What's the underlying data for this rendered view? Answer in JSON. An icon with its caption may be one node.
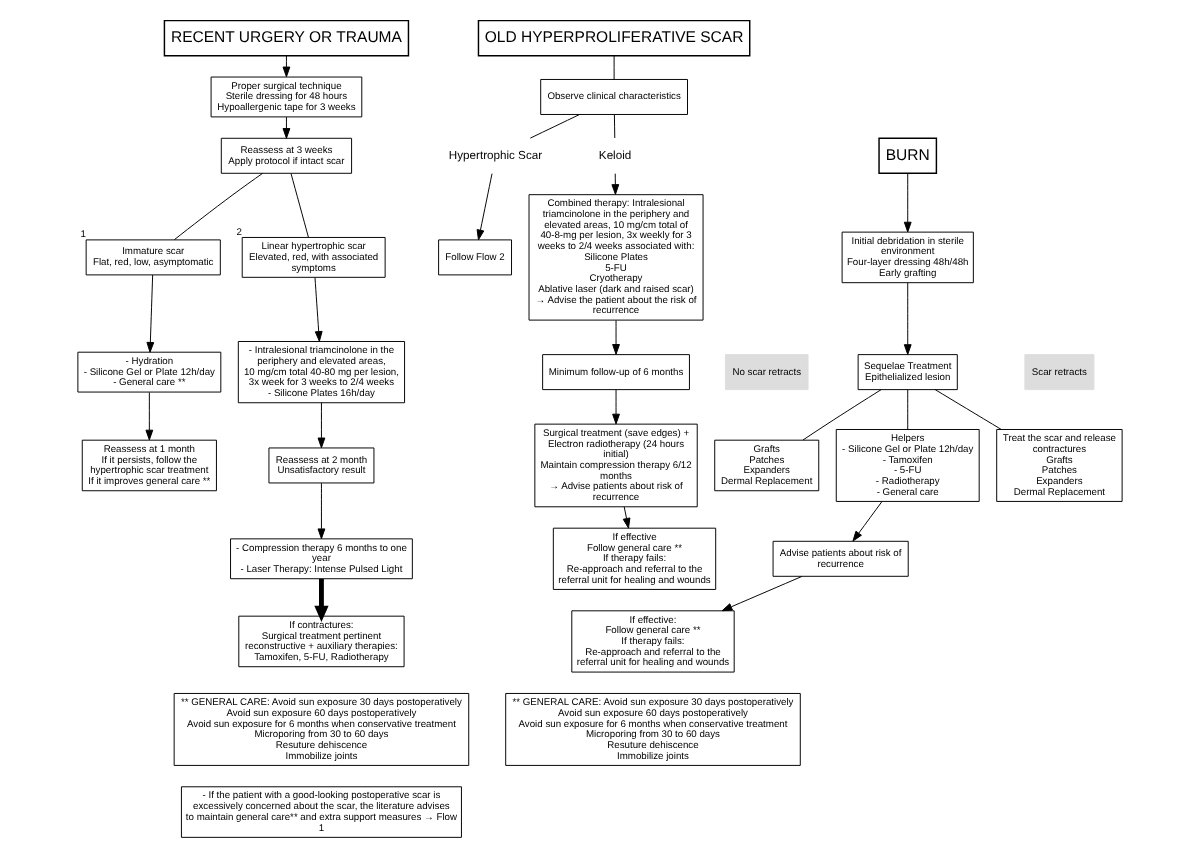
{
  "diagram": {
    "nodes": [
      {
        "text": [
          "RECENT URGERY OR TRAUMA"
        ]
      },
      {
        "text": [
          "Proper surgical technique",
          "Sterile dressing for 48 hours",
          "Hypoallergenic tape for 3 weeks"
        ]
      },
      {
        "text": [
          "Reassess at 3 weeks",
          "Apply protocol if intact scar"
        ]
      },
      {
        "text": [
          "Immature scar",
          "Flat, red, low, asymptomatic"
        ],
        "beside": [
          "1"
        ]
      },
      {
        "text": [
          "Linear hypertrophic scar",
          "Elevated, red, with associated symptoms"
        ],
        "beside": [
          "2"
        ]
      },
      {
        "text": [
          "- Hydration",
          "- Silicone Gel or Plate 12h/day",
          "- General care **"
        ]
      },
      {
        "text": [
          "- Intralesional triamcinolone in the periphery and elevated areas,",
          "10 mg/cm total 40-80 mg per lesion,",
          "3x week for 3 weeks to 2/4 weeks",
          "- Silicone Plates 16h/day"
        ]
      },
      {
        "text": [
          "Reassess at 1 month",
          "If it persists, follow the hypertrophic scar treatment",
          "If it improves general care **"
        ]
      },
      {
        "text": [
          "Reassess at 2 month",
          "Unsatisfactory result"
        ]
      },
      {
        "text": [
          "- Compression therapy 6 months to one year",
          "- Laser Therapy: Intense Pulsed Light"
        ]
      },
      {
        "text": [
          "If contractures:",
          "Surgical treatment pertinent reconstructive + auxiliary therapies:",
          "Tamoxifen, 5-FU, Radiotherapy"
        ]
      },
      {
        "text": [
          "** GENERAL CARE: Avoid sun exposure 30 days postoperatively",
          "Avoid sun exposure 60 days postoperatively",
          "Avoid sun exposure for 6 months when conservative treatment",
          "Microporing from 30 to 60 days",
          "Resuture dehiscence",
          "Immobilize joints"
        ]
      },
      {
        "text": [
          "- If the patient with a good-looking postoperative scar is excessively concerned about the scar, the literature advises to maintain general care** and extra support measures → Flow 1"
        ]
      },
      {
        "text": [
          "OLD HYPERPROLIFERATIVE SCAR"
        ]
      },
      {
        "text": [
          "Observe clinical characteristics"
        ]
      },
      {
        "text": [
          "Hypertrophic Scar"
        ]
      },
      {
        "text": [
          "Keloid"
        ]
      },
      {
        "text": [
          "Follow Flow 2"
        ]
      },
      {
        "text": [
          "Combined therapy: Intralesional triamcinolone in the periphery and elevated areas, 10 mg/cm total of 40-8-mg per lesion, 3x weekly for 3 weeks to 2/4 weeks associated with:",
          "Silicone Plates",
          "5-FU",
          "Cryotherapy",
          "Ablative laser (dark and raised scar)",
          "→ Advise the patient about the risk of recurrence"
        ]
      },
      {
        "text": [
          "Minimum follow-up of 6 months"
        ]
      },
      {
        "text": [
          "Surgical treatment (save edges) + Electron radiotherapy (24 hours initial)",
          "Maintain compression therapy 6/12 months",
          "→ Advise patients about risk of recurrence"
        ]
      },
      {
        "text": [
          "If effective",
          "Follow general care **",
          "If therapy fails:",
          "Re-approach and referral to the referral unit for healing and wounds"
        ]
      },
      {
        "text": [
          "BURN"
        ]
      },
      {
        "text": [
          "Initial debridation in sterile environment",
          "Four-layer dressing 48h/48h",
          "Early grafting"
        ]
      },
      {
        "text": [
          "Sequelae Treatment",
          "Epithelialized lesion"
        ]
      },
      {
        "text": [
          "No scar retracts"
        ]
      },
      {
        "text": [
          "Scar retracts"
        ]
      },
      {
        "text": [
          "Grafts",
          "Patches",
          "Expanders",
          "Dermal Replacement"
        ]
      },
      {
        "text": [
          "Helpers",
          "- Silicone Gel or Plate 12h/day",
          "- Tamoxifen",
          "- 5-FU",
          "- Radiotherapy",
          "- General care"
        ]
      },
      {
        "text": [
          "Treat the scar and release contractures",
          "Grafts",
          "Patches",
          "Expanders",
          "Dermal Replacement"
        ]
      },
      {
        "text": [
          "Advise patients about risk of recurrence"
        ]
      },
      {
        "text": [
          "If effective:",
          "Follow general care **",
          "If therapy fails:",
          "Re-approach and referral to the referral unit for healing and wounds"
        ]
      },
      {
        "text": [
          "** GENERAL CARE: Avoid sun exposure 30 days postoperatively",
          "Avoid sun exposure 60 days postoperatively",
          "Avoid sun exposure for 6 months when conservative treatment",
          "Microporing from 30 to 60 days",
          "Resuture dehiscence",
          "Immobilize joints"
        ]
      }
    ],
    "edges": [
      {
        "from": 0,
        "to": 1,
        "arrow": "to"
      },
      {
        "from": 1,
        "to": 2,
        "arrow": "to"
      },
      {
        "from": 2,
        "to": 3,
        "arrow": "none"
      },
      {
        "from": 2,
        "to": 4,
        "arrow": "none"
      },
      {
        "from": 3,
        "to": 5,
        "arrow": "to"
      },
      {
        "from": 4,
        "to": 6,
        "arrow": "to"
      },
      {
        "from": 5,
        "to": 7,
        "arrow": "to"
      },
      {
        "from": 6,
        "to": 8,
        "arrow": "to"
      },
      {
        "from": 8,
        "to": 9,
        "arrow": "to"
      },
      {
        "from": 9,
        "to": 10,
        "arrow": "to",
        "style": "thick"
      },
      {
        "from": 13,
        "to": 14,
        "arrow": "none"
      },
      {
        "from": 14,
        "to": 15,
        "arrow": "none"
      },
      {
        "from": 14,
        "to": 16,
        "arrow": "none"
      },
      {
        "from": 15,
        "to": 17,
        "arrow": "to"
      },
      {
        "from": 16,
        "to": 18,
        "arrow": "to"
      },
      {
        "from": 18,
        "to": 19,
        "arrow": "to"
      },
      {
        "from": 19,
        "to": 20,
        "arrow": "to"
      },
      {
        "from": 20,
        "to": 21,
        "arrow": "to"
      },
      {
        "from": 22,
        "to": 23,
        "arrow": "to"
      },
      {
        "from": 23,
        "to": 24,
        "arrow": "to"
      },
      {
        "from": 24,
        "to": 27,
        "arrow": "none"
      },
      {
        "from": 24,
        "to": 28,
        "arrow": "none"
      },
      {
        "from": 24,
        "to": 29,
        "arrow": "none"
      },
      {
        "from": 28,
        "to": 30,
        "arrow": "to"
      },
      {
        "from": 30,
        "to": 31,
        "arrow": "to"
      }
    ]
  }
}
